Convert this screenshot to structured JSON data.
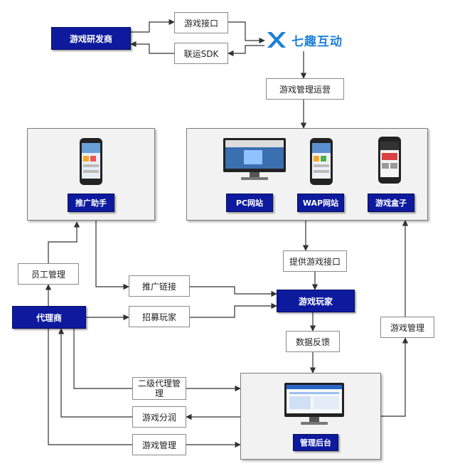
{
  "nodes": {
    "developer": "游戏研发商",
    "game_api": "游戏接口",
    "sdk": "联运SDK",
    "brand": "七趣互动",
    "ops": "游戏管理运营",
    "promo_assistant": "推广助手",
    "pc_site": "PC网站",
    "wap_site": "WAP网站",
    "game_box": "游戏盒子",
    "provide_api": "提供游戏接口",
    "staff_mgmt": "员工管理",
    "promo_link": "推广链接",
    "agent": "代理商",
    "recruit": "招募玩家",
    "players": "游戏玩家",
    "data_feedback": "数据反馈",
    "game_mgmt_right": "游戏管理",
    "sub_agent_mgmt": "二级代理管\n理",
    "revenue_share": "游戏分润",
    "game_mgmt_bottom": "游戏管理",
    "admin": "管理后台"
  },
  "colors": {
    "accent": "#0d1a9e",
    "brand": "#1d7fd9",
    "arrow": "#333333"
  },
  "icons": [
    "qiqu-logo-icon",
    "phone-icon",
    "desktop-monitor-icon"
  ]
}
